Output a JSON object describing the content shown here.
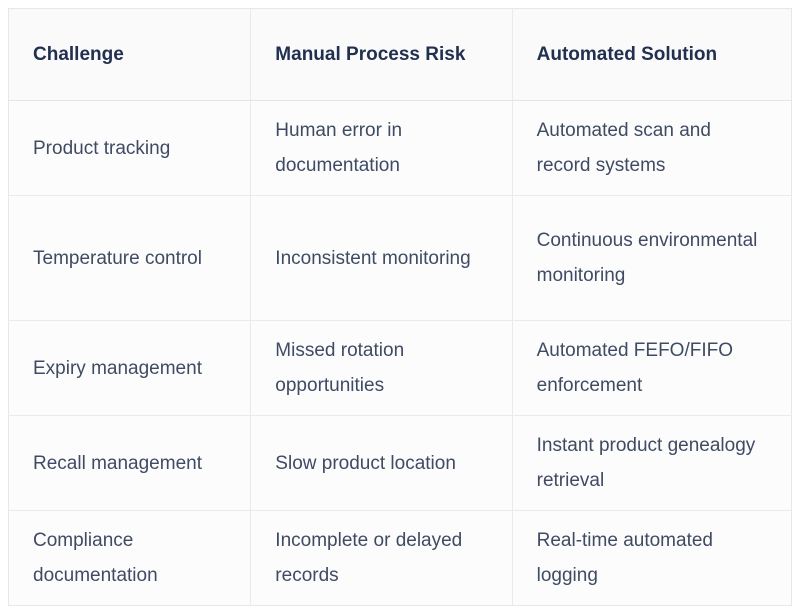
{
  "table": {
    "columns": [
      {
        "key": "challenge",
        "header": "Challenge"
      },
      {
        "key": "risk",
        "header": "Manual Process Risk"
      },
      {
        "key": "solution",
        "header": "Automated Solution"
      }
    ],
    "rows": [
      {
        "challenge": "Product tracking",
        "risk": "Human error in documentation",
        "solution": "Automated scan and record systems"
      },
      {
        "challenge": "Temperature control",
        "risk": "Inconsistent monitoring",
        "solution": "Continuous environmental monitoring"
      },
      {
        "challenge": "Expiry management",
        "risk": "Missed rotation opportunities",
        "solution": "Automated FEFO/FIFO enforcement"
      },
      {
        "challenge": "Recall management",
        "risk": "Slow product location",
        "solution": "Instant product genealogy retrieval"
      },
      {
        "challenge": "Compliance documentation",
        "risk": "Incomplete or delayed records",
        "solution": "Real-time automated logging"
      }
    ],
    "colors": {
      "header_text": "#22304f",
      "body_text": "#3f4b63",
      "border": "#e9eaec",
      "header_background": "#fafafb",
      "body_background": "#fcfcfd"
    }
  }
}
